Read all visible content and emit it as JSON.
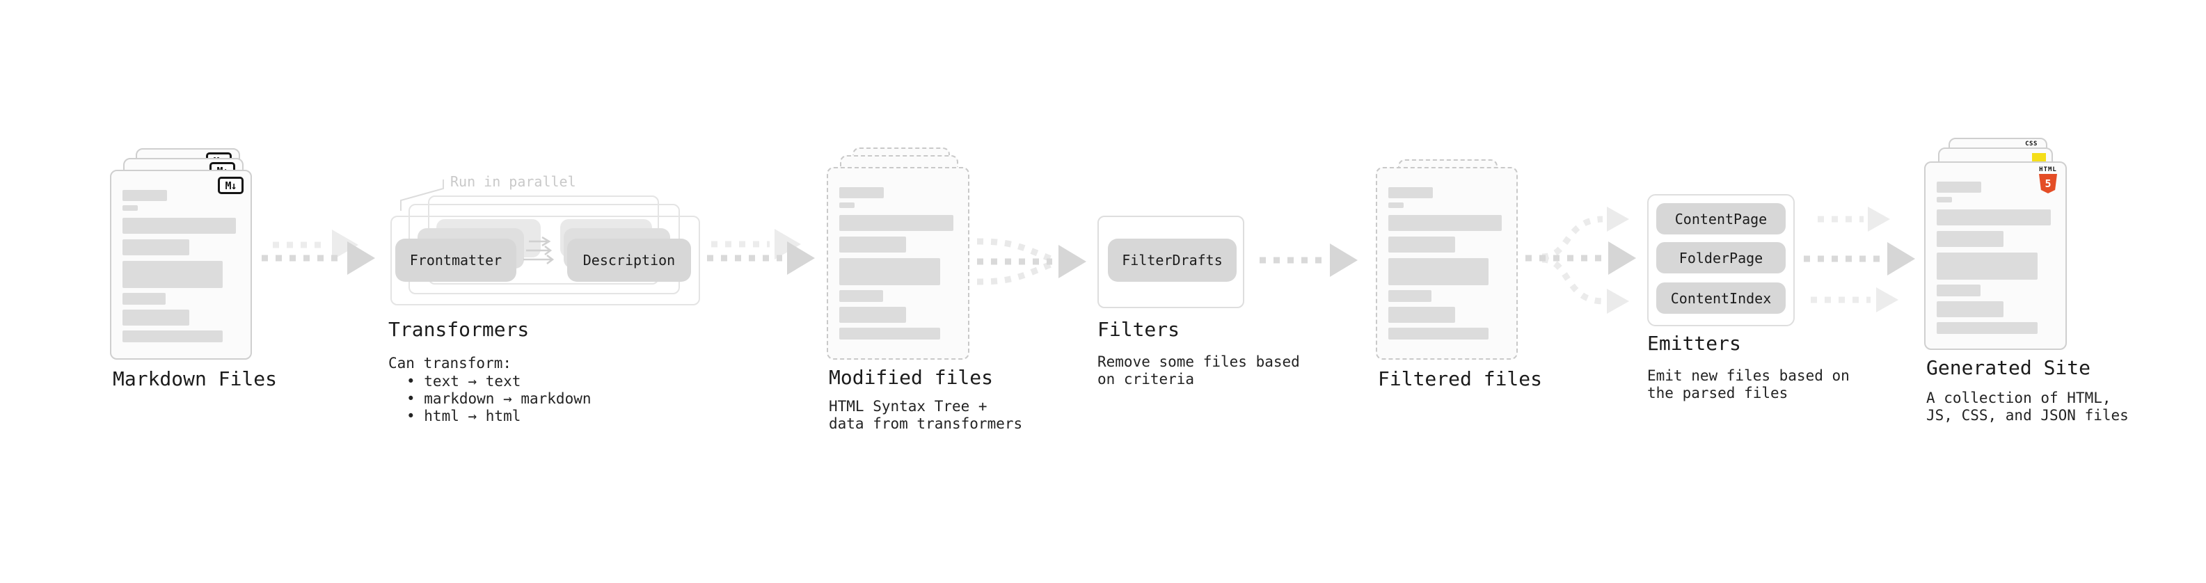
{
  "page": {
    "background": "#ffffff"
  },
  "stages": {
    "markdown": {
      "title": "Markdown Files",
      "badge": "M↓"
    },
    "transformers": {
      "title": "Transformers",
      "annotation": "Run in parallel",
      "pills": [
        "Frontmatter",
        "Description"
      ],
      "caption": "Can transform:",
      "bullets": [
        "• text → text",
        "• markdown → markdown",
        "• html → html"
      ]
    },
    "modified": {
      "title": "Modified files",
      "caption_lines": [
        "HTML Syntax Tree +",
        "data from transformers"
      ]
    },
    "filters": {
      "title": "Filters",
      "pills": [
        "FilterDrafts"
      ],
      "caption_lines": [
        "Remove some files based",
        "on criteria"
      ]
    },
    "filtered": {
      "title": "Filtered files"
    },
    "emitters": {
      "title": "Emitters",
      "pills": [
        "ContentPage",
        "FolderPage",
        "ContentIndex"
      ],
      "caption_lines": [
        "Emit new files based on",
        "the parsed files"
      ]
    },
    "generated": {
      "title": "Generated Site",
      "caption_lines": [
        "A collection of HTML,",
        "JS, CSS, and JSON files"
      ],
      "badges": {
        "css_label": "CSS",
        "html_label": "HTML",
        "html_number": "5"
      }
    }
  },
  "colors": {
    "doc_border": "#cfcfcf",
    "doc_fill": "#fbfbfb",
    "skeleton_bar": "#dcdcdc",
    "pill_gray": "#d7d7d7",
    "arrow_dark": "#d9d9d9",
    "arrow_light": "#ececec",
    "annotation_gray": "#c9c9c9",
    "html5_orange": "#e44d26",
    "js_yellow": "#f5de19",
    "css_blue": "#2965f1"
  }
}
